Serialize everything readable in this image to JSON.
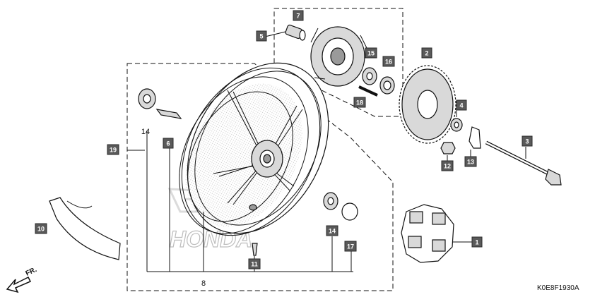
{
  "figure_code": "K0E8F1930A",
  "direction_label": "FR.",
  "brand_watermark": "HONDA",
  "callouts": [
    {
      "id": "1",
      "label": "1"
    },
    {
      "id": "2",
      "label": "2"
    },
    {
      "id": "3",
      "label": "3"
    },
    {
      "id": "4",
      "label": "4"
    },
    {
      "id": "5",
      "label": "5"
    },
    {
      "id": "6",
      "label": "6"
    },
    {
      "id": "7",
      "label": "7"
    },
    {
      "id": "8",
      "label": "8"
    },
    {
      "id": "10",
      "label": "10"
    },
    {
      "id": "11",
      "label": "11"
    },
    {
      "id": "12",
      "label": "12"
    },
    {
      "id": "13",
      "label": "13"
    },
    {
      "id": "14a",
      "label": "14"
    },
    {
      "id": "14b",
      "label": "14"
    },
    {
      "id": "15",
      "label": "15"
    },
    {
      "id": "16",
      "label": "16"
    },
    {
      "id": "17",
      "label": "17"
    },
    {
      "id": "18",
      "label": "18"
    },
    {
      "id": "19",
      "label": "19"
    }
  ]
}
